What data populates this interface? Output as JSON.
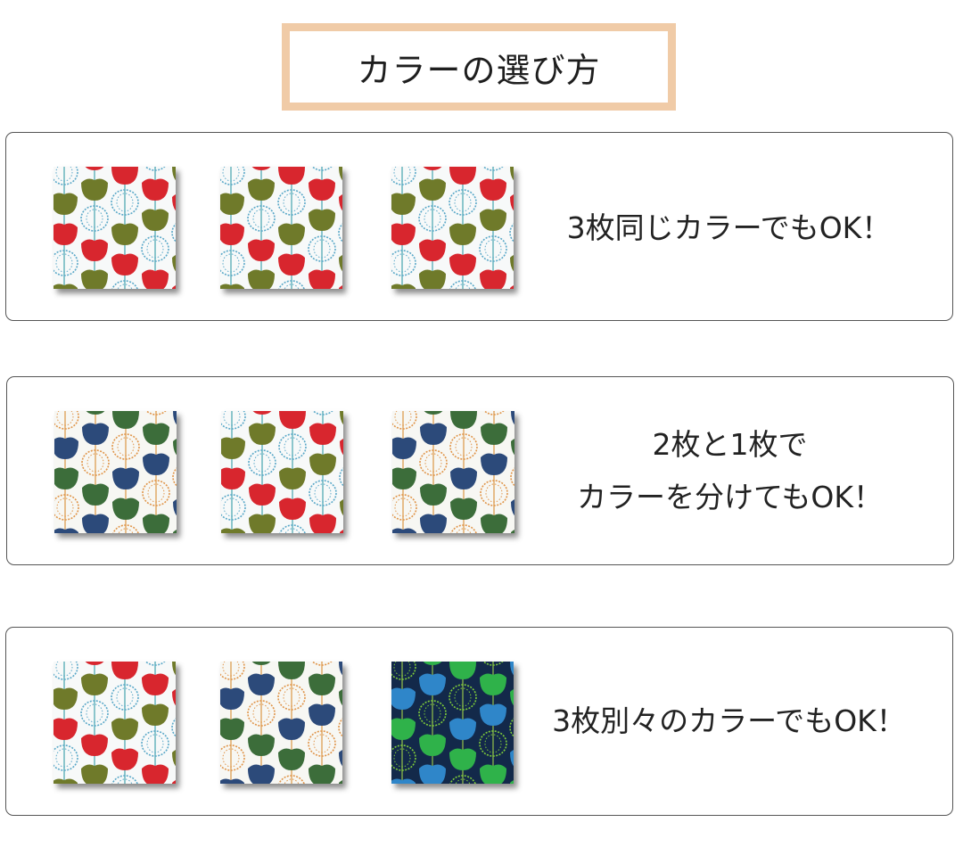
{
  "title": "カラーの選び方",
  "colors": {
    "title_border": "#f0cba7",
    "panel_border": "#555555"
  },
  "swatch_patterns": {
    "red_white": "white background with red and olive-green apples",
    "blue_white": "white background with navy and green apples and orange sketch rings",
    "navy_green": "navy background with bright green and blue apples"
  },
  "panels": [
    {
      "swatches": [
        "red_white",
        "red_white",
        "red_white"
      ],
      "caption_lines": [
        "3枚同じカラーでもOK！"
      ]
    },
    {
      "swatches": [
        "blue_white",
        "red_white",
        "blue_white"
      ],
      "caption_lines": [
        "2枚と1枚で",
        "カラーを分けてもOK！"
      ]
    },
    {
      "swatches": [
        "red_white",
        "blue_white",
        "navy_green"
      ],
      "caption_lines": [
        "3枚別々のカラーでもOK！"
      ]
    }
  ]
}
